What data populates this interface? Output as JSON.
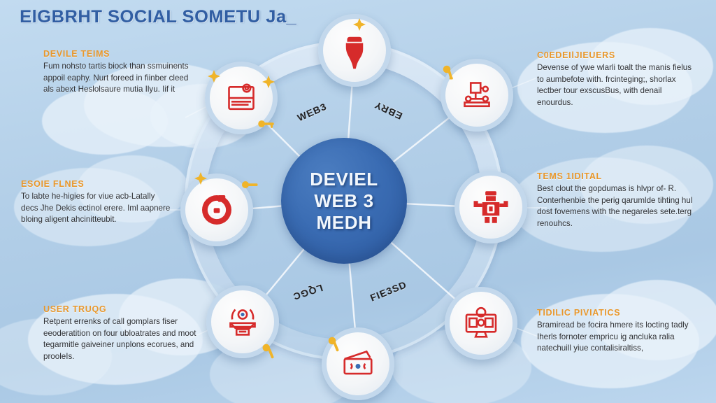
{
  "title": "ElGBRHT SOCIAL SOMETU Ja_",
  "hub": {
    "line1": "DEVIEL",
    "line2": "WEB 3",
    "line3": "MEDH",
    "color": "#2d5ba2"
  },
  "colors": {
    "background": "#b3cfe8",
    "cloud": "#eaf3fb",
    "hub_blue": "#2d5ba2",
    "heading_orange": "#e8972b",
    "icon_red": "#d62b2b",
    "accent_gold": "#f0b429",
    "node_ring": "#c3d8ec",
    "body_text": "#303236",
    "title_blue": "#27559e"
  },
  "blocks": [
    {
      "id": "top-left",
      "heading": "DEVILE TEIMS",
      "body": "Fum nohsto tartis biock than ssmuinents appoil eaphy. Nurt foreed in fiinber cleed als abext Heslolsaure mutia Ilyu. Iif it"
    },
    {
      "id": "top-right",
      "heading": "C0EDEIlJIEUERS",
      "body": "Devense of ywe wlarli toalt the manis fielus to aumbefote with. frcinteging;, shorlax lectber tour exscusBus, with denail enourdus."
    },
    {
      "id": "middle-left",
      "heading": "ESOIE FLNES",
      "body": "To labte he-higies for viue acb-Latally decs Jhe Dekis ectinol erere. Iml aapnere bloing aligent ahcinitteubit."
    },
    {
      "id": "middle-right",
      "heading": "TEMS 1IDITAL",
      "body": "Best clout the gopdumas is hlvpr of- R. Conterhenbie the perig qarumlde tihting hul dost fovemens with the negareles sete.terg renouhcs."
    },
    {
      "id": "bottom-left",
      "heading": "USER TRUQG",
      "body": "Retpent errenks of call gomplars fiser eeoderatition on four ubloatrates and moot tegarmitle gaiveiner unplons ecorues, and prooleIs."
    },
    {
      "id": "bottom-right",
      "heading": "TIDILIC PIVIATICS",
      "body": "Bramiread be focira hmere its locting tadly Iherls fornoter empricu ig ancluka ralia natechuill yiue contalisiraltiss,"
    }
  ],
  "spoke_labels": [
    {
      "id": "web3",
      "text": "WEB3"
    },
    {
      "id": "ebry",
      "text": "EBRY"
    },
    {
      "id": "lqgc",
      "text": "LQGC"
    },
    {
      "id": "fieasd",
      "text": "FIE3SD"
    }
  ],
  "nodes": [
    {
      "id": "top",
      "icon": "smart-contract-icon",
      "label": ""
    },
    {
      "id": "upper-left",
      "icon": "document-signed-icon",
      "label": ""
    },
    {
      "id": "upper-right",
      "icon": "network-server-icon",
      "label": ""
    },
    {
      "id": "middle-left",
      "icon": "shield-lock-icon",
      "label": ""
    },
    {
      "id": "middle-right",
      "icon": "user-profile-icon",
      "label": ""
    },
    {
      "id": "lower-left",
      "icon": "settings-data-icon",
      "label": ""
    },
    {
      "id": "bottom",
      "icon": "wallet-icon",
      "label": ""
    },
    {
      "id": "lower-right",
      "icon": "monitor-dashboard-icon",
      "label": ""
    }
  ]
}
